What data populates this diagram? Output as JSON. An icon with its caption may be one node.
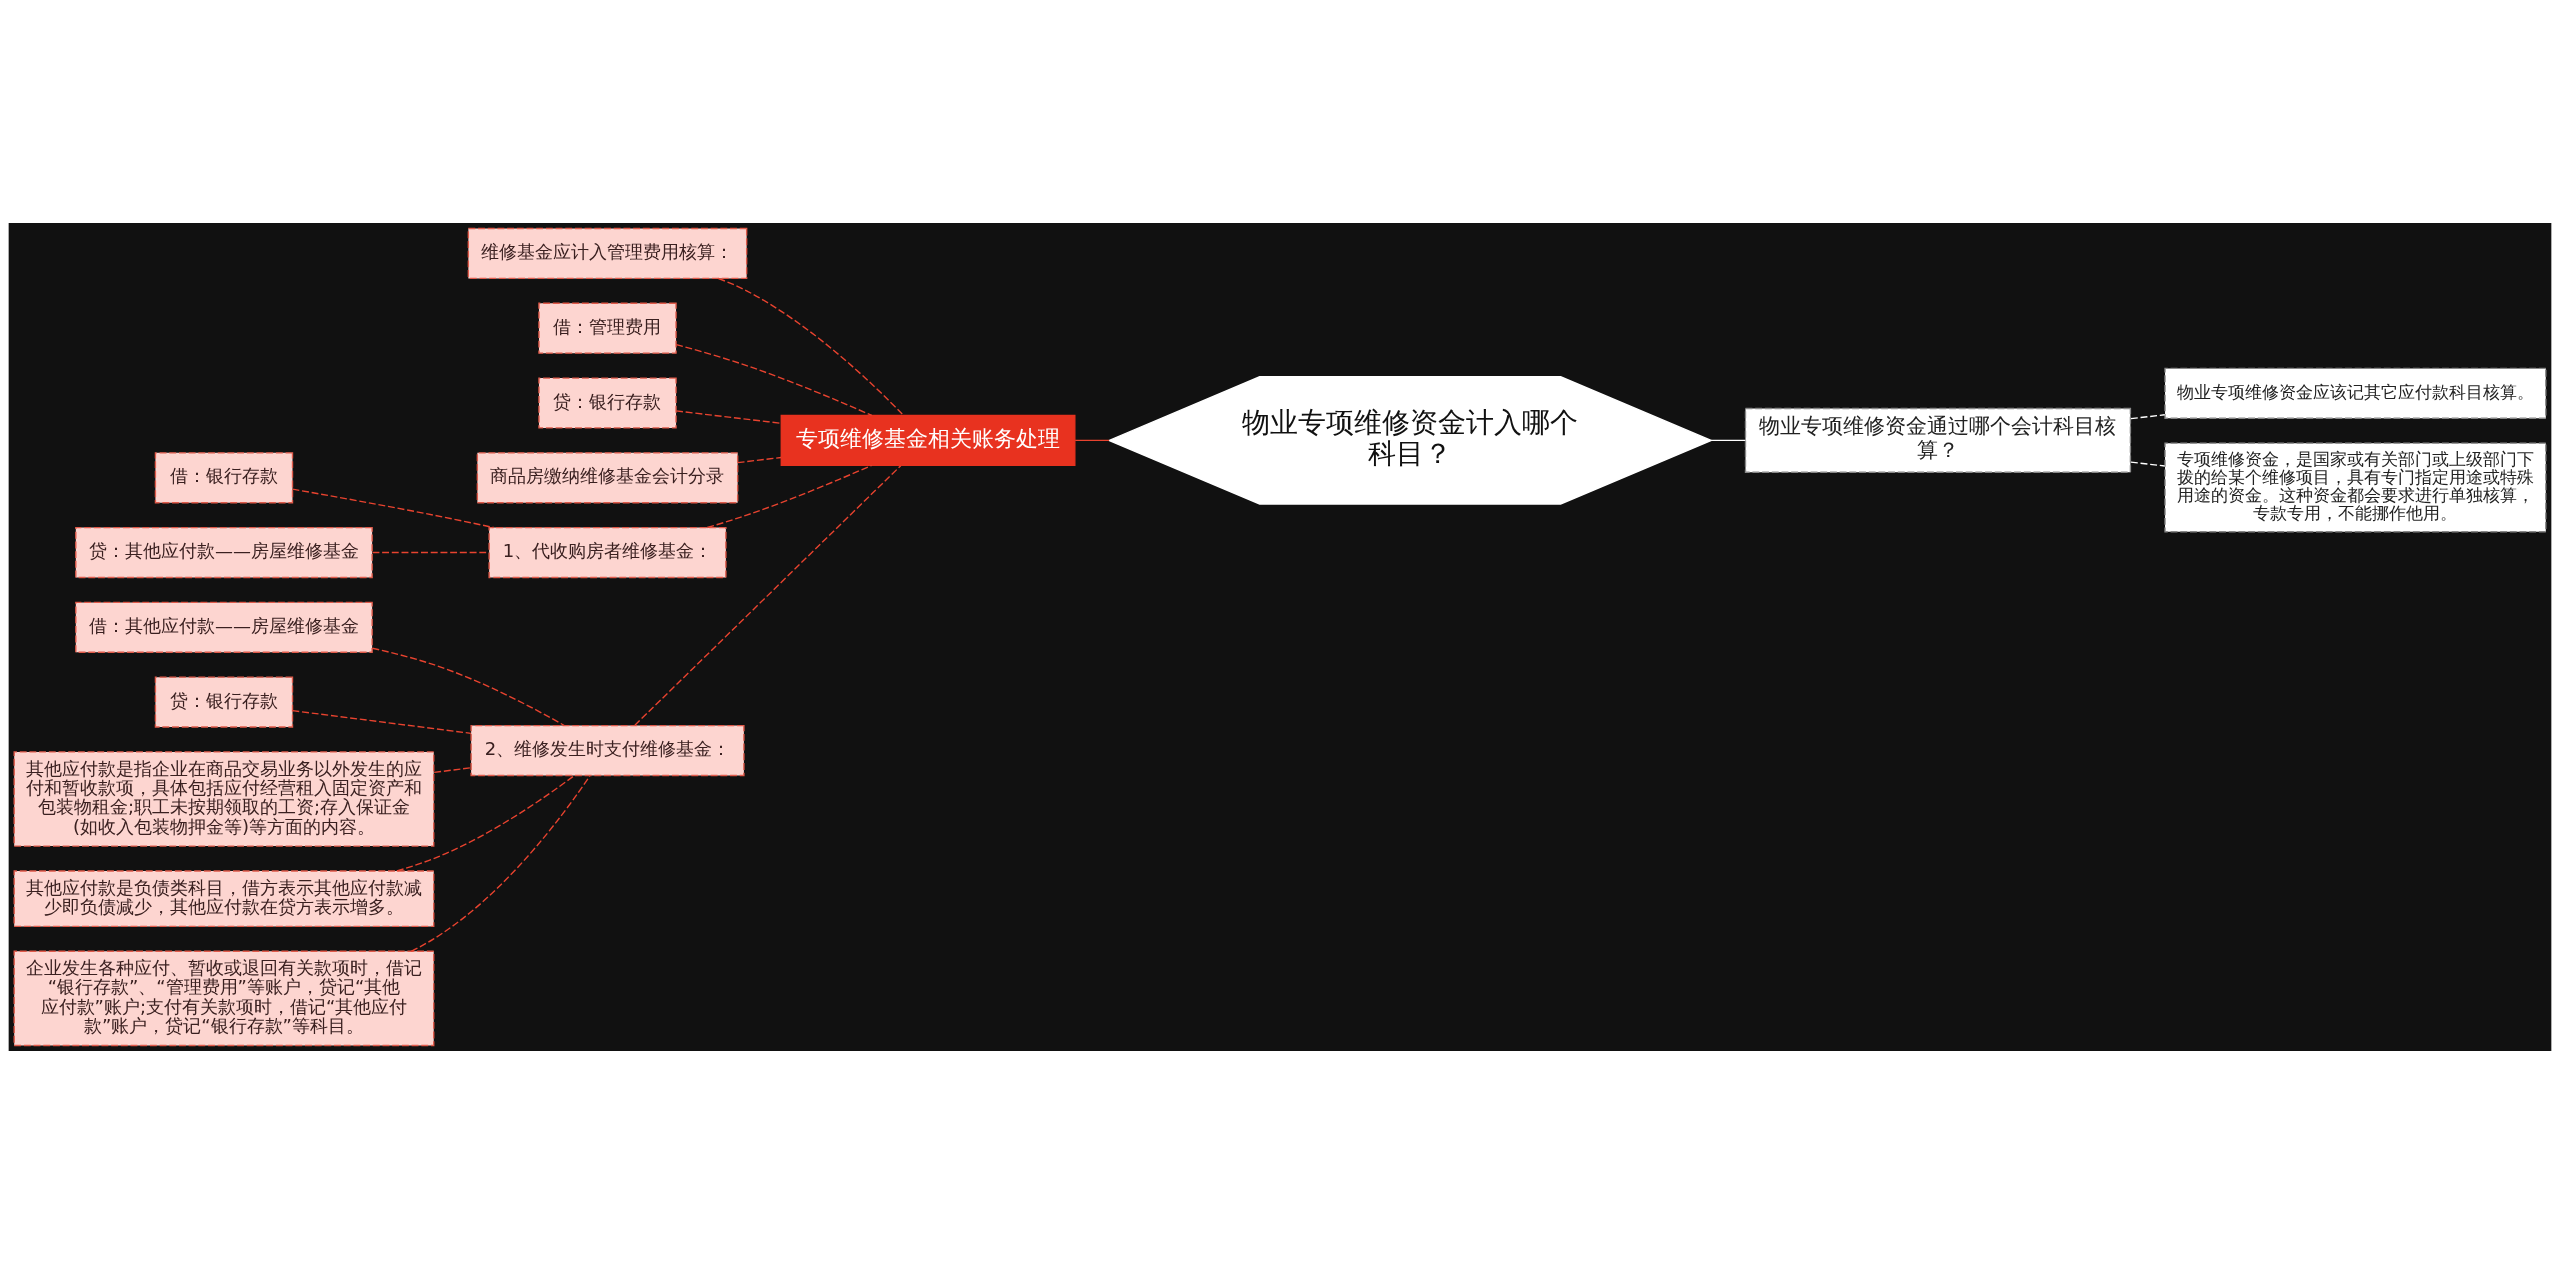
{
  "diagram": {
    "nodes": [
      {
        "text": [
          "物业专项维修资金计入哪个科目？"
        ]
      },
      {
        "text": [
          "专项维修基金相关账务处理"
        ]
      },
      {
        "text": [
          "维修基金应计入管理费用核算："
        ]
      },
      {
        "text": [
          "借：管理费用"
        ]
      },
      {
        "text": [
          "贷：银行存款"
        ]
      },
      {
        "text": [
          "商品房缴纳维修基金会计分录"
        ]
      },
      {
        "text": [
          "1、代收购房者维修基金："
        ]
      },
      {
        "text": [
          "借：银行存款"
        ]
      },
      {
        "text": [
          "贷：其他应付款——房屋维修基金"
        ]
      },
      {
        "text": [
          "2、维修发生时支付维修基金："
        ]
      },
      {
        "text": [
          "借：其他应付款——房屋维修基金"
        ]
      },
      {
        "text": [
          "贷：银行存款"
        ]
      },
      {
        "text": [
          "其他应付款是指企业在商品交易业务以外发生的应付和暂收款项，具体包括应付经营租入固定资产和包装物租金;职工未按期领取的工资;存入保证金(如收入包装物押金等)等方面的内容。"
        ]
      },
      {
        "text": [
          "其他应付款是负债类科目，借方表示其他应付款减少即负债减少，其他应付款在贷方表示增多。"
        ]
      },
      {
        "text": [
          "企业发生各种应付、暂收或退回有关款项时，借记“银行存款”、“管理费用”等账户，贷记“其他应付款”账户;支付有关款项时，借记“其他应付款”账户，贷记“银行存款”等科目。"
        ]
      },
      {
        "text": [
          "物业专项维修资金通过哪个会计科目核算？"
        ]
      },
      {
        "text": [
          "物业专项维修资金应该记其它应付款科目核算。"
        ]
      },
      {
        "text": [
          "专项维修资金，是国家或有关部门或上级部门下拨的给某个维修项目，具有专门指定用途或特殊用途的资金。这种资金都会要求进行单独核算，专款专用，不能挪作他用。"
        ]
      }
    ],
    "edges": [
      {
        "from": 0,
        "to": 1,
        "arrow": "none"
      },
      {
        "from": 1,
        "to": 2,
        "arrow": "none",
        "style": "dashed"
      },
      {
        "from": 1,
        "to": 3,
        "arrow": "none",
        "style": "dashed"
      },
      {
        "from": 1,
        "to": 4,
        "arrow": "none",
        "style": "dashed"
      },
      {
        "from": 1,
        "to": 5,
        "arrow": "none",
        "style": "dashed"
      },
      {
        "from": 1,
        "to": 6,
        "arrow": "none",
        "style": "dashed"
      },
      {
        "from": 6,
        "to": 7,
        "arrow": "none",
        "style": "dashed"
      },
      {
        "from": 6,
        "to": 8,
        "arrow": "none",
        "style": "dashed"
      },
      {
        "from": 1,
        "to": 9,
        "arrow": "none",
        "style": "dashed"
      },
      {
        "from": 9,
        "to": 10,
        "arrow": "none",
        "style": "dashed"
      },
      {
        "from": 9,
        "to": 11,
        "arrow": "none",
        "style": "dashed"
      },
      {
        "from": 9,
        "to": 12,
        "arrow": "none",
        "style": "dashed"
      },
      {
        "from": 9,
        "to": 13,
        "arrow": "none",
        "style": "dashed"
      },
      {
        "from": 9,
        "to": 14,
        "arrow": "none",
        "style": "dashed"
      },
      {
        "from": 0,
        "to": 15,
        "arrow": "none",
        "color": "#ffffff"
      },
      {
        "from": 15,
        "to": 16,
        "arrow": "none",
        "style": "dashed",
        "color": "#ffffff"
      },
      {
        "from": 15,
        "to": 17,
        "arrow": "none",
        "style": "dashed",
        "color": "#ffffff"
      }
    ]
  }
}
